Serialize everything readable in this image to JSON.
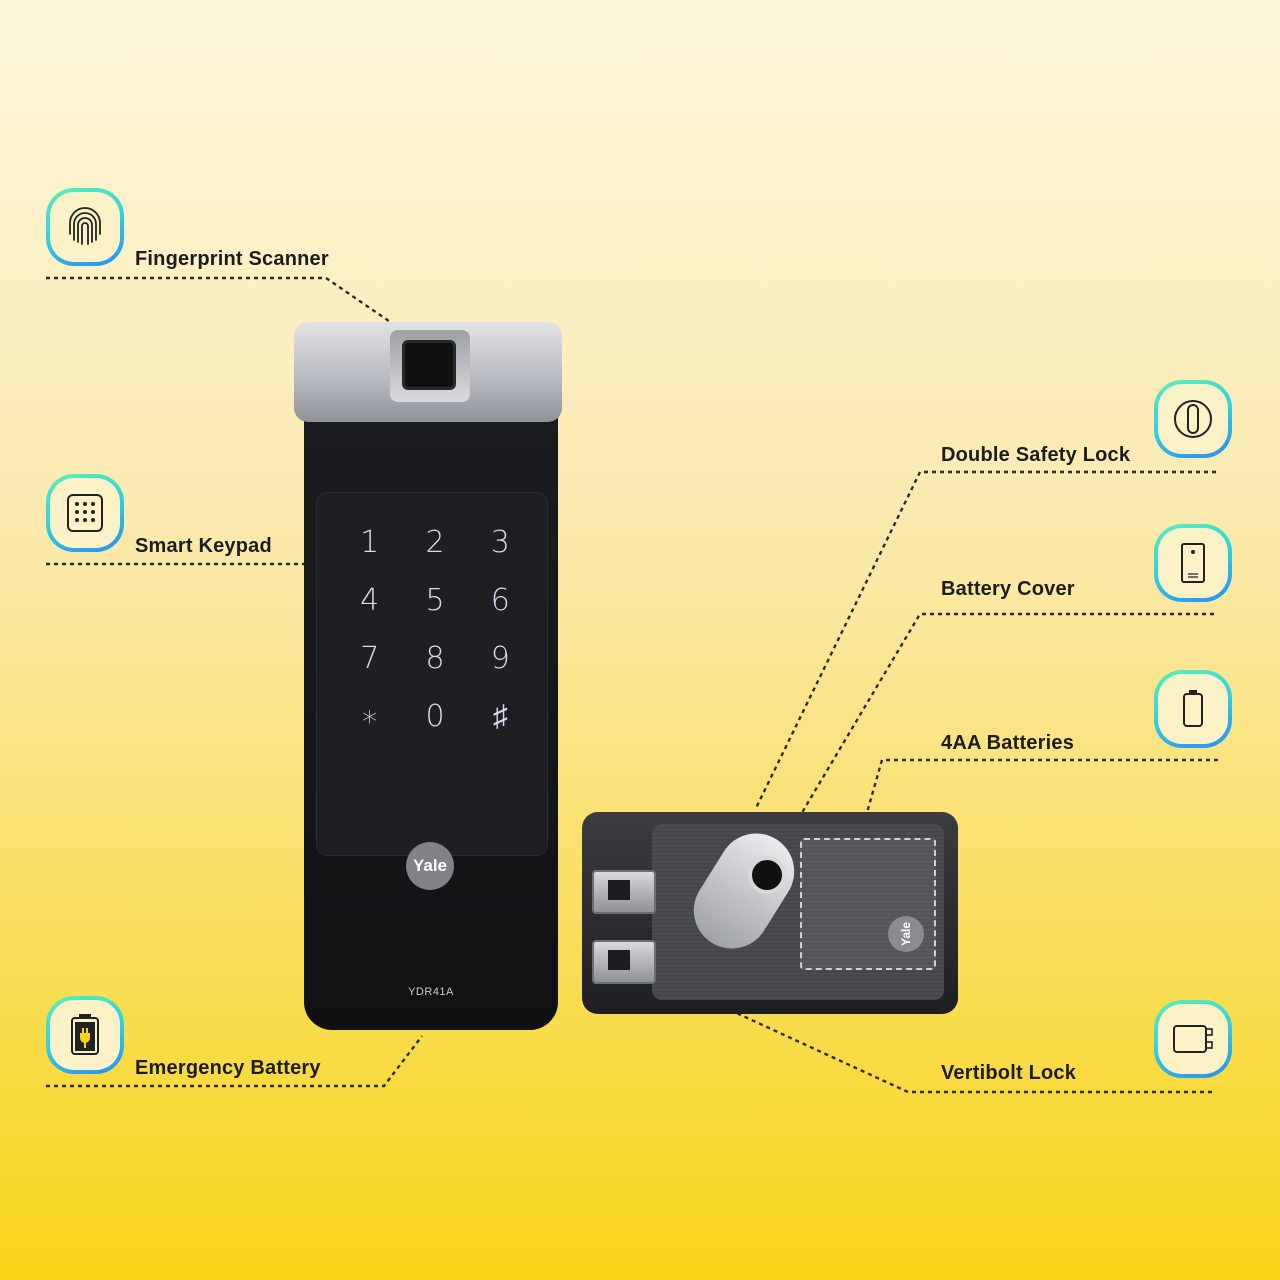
{
  "features_left": [
    {
      "label": "Fingerprint Scanner",
      "icon": "fingerprint-icon"
    },
    {
      "label": "Smart  Keypad",
      "icon": "keypad-icon"
    },
    {
      "label": "Emergency Battery",
      "icon": "emergency-battery-icon"
    }
  ],
  "features_right": [
    {
      "label": "Double Safety Lock",
      "icon": "knob-icon"
    },
    {
      "label": "Battery Cover",
      "icon": "battery-cover-icon"
    },
    {
      "label": "4AA Batteries",
      "icon": "battery-icon"
    },
    {
      "label": "Vertibolt Lock",
      "icon": "vertibolt-icon"
    }
  ],
  "product": {
    "brand": "Yale",
    "model": "YDR41A",
    "keys": [
      "1",
      "2",
      "3",
      "4",
      "5",
      "6",
      "7",
      "8",
      "9",
      "∗",
      "0",
      "♯"
    ]
  },
  "colors": {
    "background_top": "#fdf6dc",
    "background_bottom": "#f8d417",
    "icon_gradient_start": "#5ff0b4",
    "icon_gradient_end": "#2a8cf2"
  }
}
